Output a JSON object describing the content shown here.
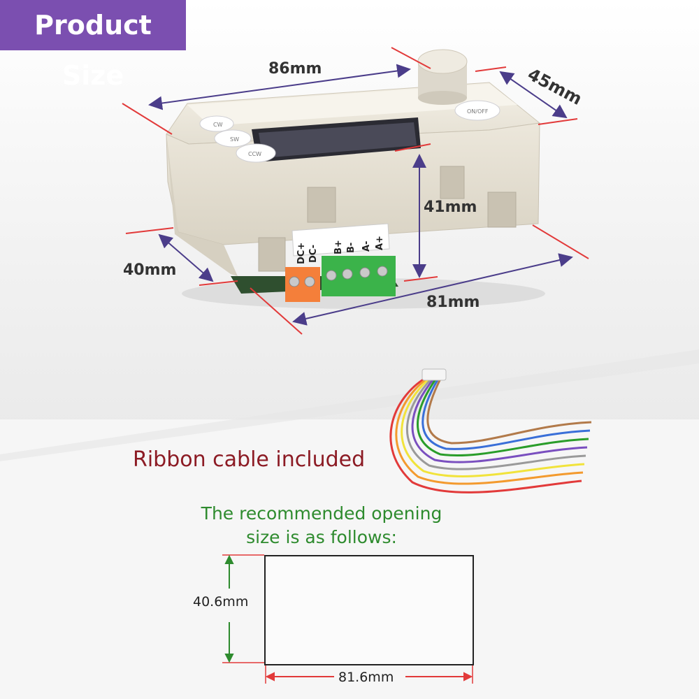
{
  "title": "Product Size",
  "dimensions": {
    "width_top": "86mm",
    "depth": "45mm",
    "height": "41mm",
    "depth_bottom": "40mm",
    "width_bottom": "81mm"
  },
  "terminal_labels": [
    "DC+",
    "DC-",
    "B+",
    "B-",
    "A-",
    "A+"
  ],
  "button_labels": [
    "CW",
    "SW",
    "CCW",
    "ON/OFF"
  ],
  "ribbon_caption": "Ribbon cable included",
  "opening_caption": [
    "The recommended opening",
    "size is as follows:"
  ],
  "opening": {
    "height": "40.6mm",
    "width": "81.6mm"
  },
  "colors": {
    "badge": "#7b4fb0",
    "dimension_line": "#e23a3a",
    "arrow": "#4b3d8a",
    "ribbon_text": "#8c1b24",
    "opening_text": "#2e8b2e"
  }
}
